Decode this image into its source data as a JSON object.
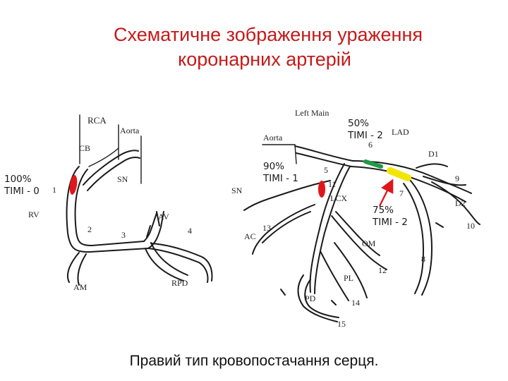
{
  "title": {
    "line1": "Схематичне зображення ураження",
    "line2": "коронарних артерій"
  },
  "caption": "Правий тип кровопостачання серця.",
  "annotations": {
    "rca_occlusion": {
      "line1": "100%",
      "line2": "TIMI - 0"
    },
    "lcx_stenosis": {
      "line1": "90%",
      "line2": "TIMI - 1"
    },
    "lad_stenosis_proximal": {
      "line1": "50%",
      "line2": "TIMI - 2"
    },
    "lad_stenosis_mid": {
      "line1": "75%",
      "line2": "TIMI - 2"
    }
  },
  "rca_labels": {
    "rca": "RCA",
    "aorta": "Aorta",
    "cb": "CB",
    "sn": "SN",
    "rv": "RV",
    "av": "AV",
    "am": "AM",
    "rpd": "RPD",
    "seg1": "1",
    "seg2": "2",
    "seg3": "3",
    "seg4": "4"
  },
  "lca_labels": {
    "left_main": "Left Main",
    "aorta": "Aorta",
    "lad": "LAD",
    "sn": "SN",
    "lcx": "LCX",
    "ac": "AC",
    "om": "OM",
    "pl": "PL",
    "pd": "PD",
    "d1": "D1",
    "d2": "D2",
    "seg5": "5",
    "seg6": "6",
    "seg7": "7",
    "seg8": "8",
    "seg9": "9",
    "seg10": "10",
    "seg11": "11",
    "seg12": "12",
    "seg13": "13",
    "seg14": "14",
    "seg15": "15"
  },
  "colors": {
    "title": "#c41a1a",
    "occlusion_marker": "#e0161b",
    "lad_50_marker": "#1f9a45",
    "lad_75_marker": "#f2e600",
    "arrow": "#e0161b",
    "vessel": "#1a1a1a"
  }
}
